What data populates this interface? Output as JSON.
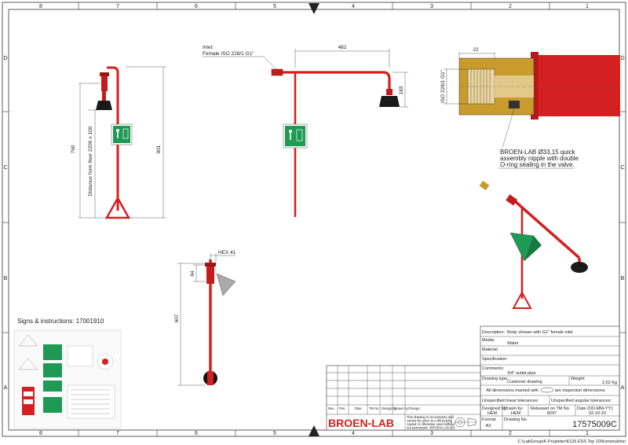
{
  "grid": {
    "columns": [
      "8",
      "7",
      "6",
      "5",
      "4",
      "3",
      "2",
      "1"
    ],
    "rows": [
      "D",
      "C",
      "B",
      "A"
    ]
  },
  "callouts": {
    "inlet": [
      "Inlet:",
      "Female ISO 228/1 G1\""
    ],
    "nipple": [
      "BROEN-LAB Ø33,15 quick",
      "assembly nipple with double",
      "O-ring sealing in the valve."
    ],
    "hex": "HEX 41",
    "signs": "Signs & instructions: 17001910"
  },
  "dimensions": {
    "top_width": "482",
    "drop": "183",
    "total_height": "760",
    "overall_height": "901",
    "floor_distance": "Distance from floor 2200 ± 100",
    "hex_height": "84",
    "side_height": "607",
    "nipple_len": "22",
    "thread": "ISO 228/1 G1\""
  },
  "title_block": {
    "description_label": "Description:",
    "description": "Body shower with G1\" female inlet",
    "media_label": "Media:",
    "media": "Water",
    "material_label": "Material:",
    "specification_label": "Specification:",
    "comments_label": "Comments:",
    "comments": "3/4\" outlet pipe",
    "drawing_type_label": "Drawing type:",
    "drawing_type": "Customer drawing",
    "weight_label": "Weight:",
    "weight": "2,62 Kg",
    "inspection_pre": "All dimensions marked with",
    "inspection_post": "are inspection dimensions",
    "linear_tol": "Unspecified linear tolerances:",
    "angular_tol": "Unspecified angular tolerances:",
    "designed_label": "Designed by:",
    "designed": "HEM",
    "drawn_label": "Drawn by:",
    "drawn": "HEM",
    "released_label": "Released on TM No.",
    "released": "8247",
    "date_label": "Date (DD-MM-YY):",
    "date": "02-10-20",
    "format_label": "Format",
    "format": "A3",
    "drawing_no_label": "Drawing No.",
    "drawing_no": "17575009C",
    "rev_headers": [
      "Rev.",
      "Pos.",
      "Date",
      "TM No.",
      "Design by",
      "Drawn by",
      "Change:"
    ],
    "brand": "BROEN-LAB",
    "notice": [
      "This drawing is our property and",
      "cannot be given to a third party,",
      "copied or otherwise used without",
      "our permission. BROEN-LAB A/S"
    ]
  },
  "footer_path": "C:\\LabGroup\\K-Projekter\\K126 ESS Top 10\\Konstruktion",
  "colors": {
    "pipe": "#d42020",
    "pipe_dark": "#9e1414",
    "sign": "#1f9a55",
    "brass": "#c99a2c",
    "line": "#333333"
  }
}
